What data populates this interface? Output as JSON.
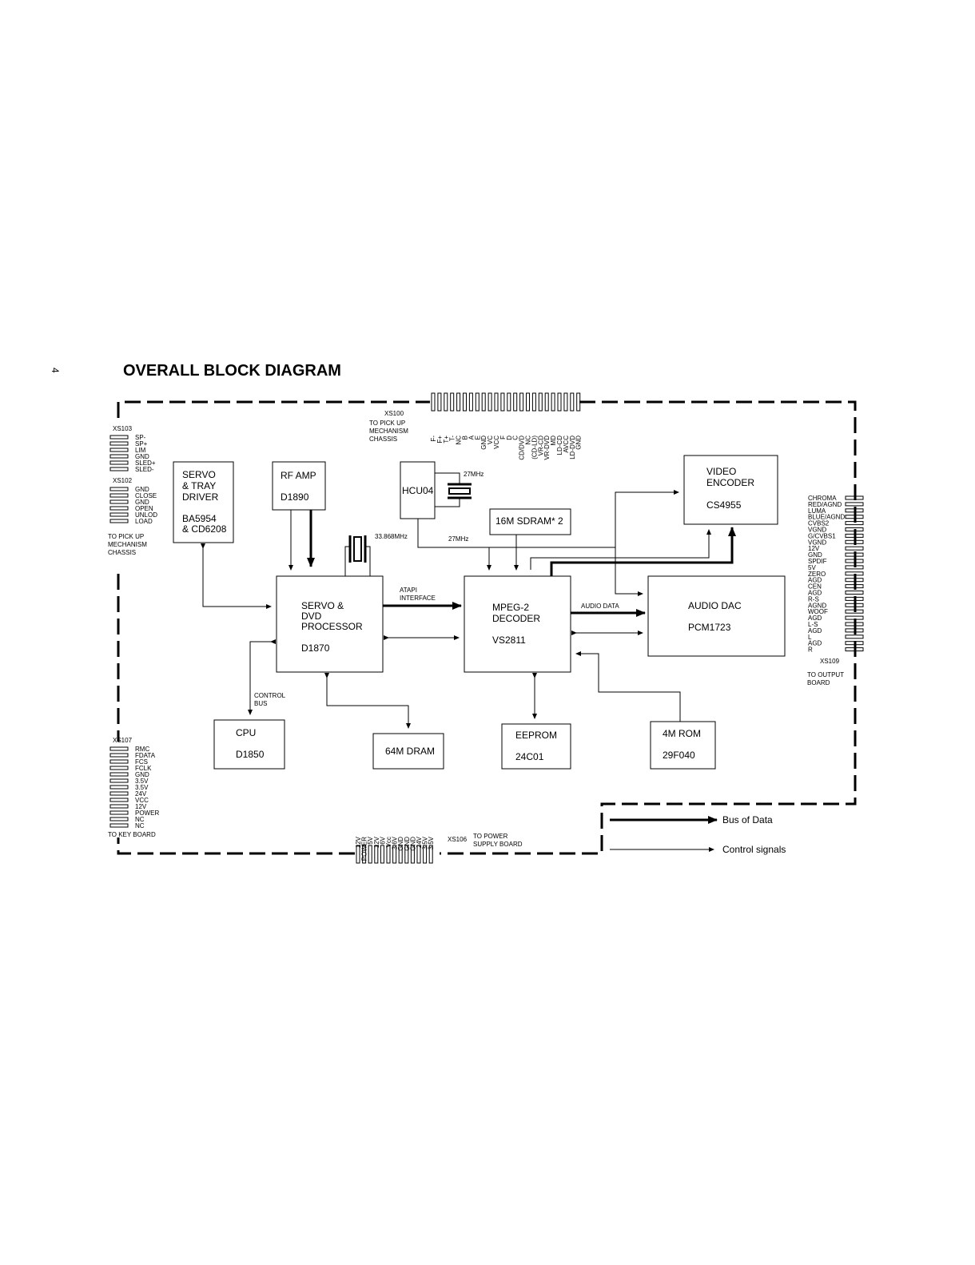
{
  "page": {
    "number": "4",
    "title": "OVERALL BLOCK DIAGRAM"
  },
  "connectors": {
    "xs100": {
      "id": "XS100",
      "desc": [
        "TO PICK UP",
        "MECHANISM",
        "CHASSIS"
      ],
      "pins": [
        "F-",
        "F+",
        "T+",
        "T-",
        "NC",
        "B",
        "A",
        "E",
        "GND",
        "VC",
        "VCC",
        "F",
        "D",
        "C",
        "CD/DVD",
        "NC",
        "(CD-LD)",
        "VR-CD",
        "VR-DVD",
        "MD",
        "LD-CD",
        "AVCC",
        "LD-DVD",
        "GND"
      ]
    },
    "xs103": {
      "id": "XS103",
      "pins": [
        "SP-",
        "SP+",
        "LIM",
        "GND",
        "SLED+",
        "SLED-"
      ]
    },
    "xs102": {
      "id": "XS102",
      "pins": [
        "GND",
        "CLOSE",
        "GND",
        "OPEN",
        "UNLOD",
        "LOAD"
      ],
      "desc": [
        "TO PICK UP",
        "MECHANISM",
        "CHASSIS"
      ]
    },
    "xs107": {
      "id": "XS107",
      "pins": [
        "RMC",
        "FDATA",
        "FCS",
        "FCLK",
        "GND",
        "3.5V",
        "3.5V",
        "24V",
        "VCC",
        "12V",
        "POWER",
        "NC",
        "NC"
      ],
      "desc": "TO KEY BOARD"
    },
    "xs109": {
      "id": "XS109",
      "pins": [
        "CHROMA",
        "RED/AGND",
        "LUMA",
        "BLUE/AGND",
        "CVBS2",
        "VGND",
        "G/CVBS1",
        "VGND",
        "12V",
        "GND",
        "SPDIF",
        "5V",
        "ZERO",
        "AGD",
        "CEN",
        "AGD",
        "R-S",
        "AGND",
        "WOOF",
        "AGD",
        "L-S",
        "AGD",
        "L",
        "AGD",
        "R"
      ],
      "desc": [
        "TO OUTPUT",
        "BOARD"
      ]
    },
    "xs106": {
      "id": "XS106",
      "pins": [
        "12V",
        "POWER",
        "5V",
        "12V",
        "6V",
        "Vcc",
        "3.6V",
        "GND",
        "GND",
        "GND",
        "24V",
        "3.5V",
        "3.5V"
      ],
      "desc": [
        "TO POWER",
        "SUPPLY BOARD"
      ]
    }
  },
  "blocks": {
    "servo_tray": [
      "SERVO",
      "& TRAY",
      "DRIVER",
      "BA5954",
      "& CD6208"
    ],
    "rf_amp": [
      "RF AMP",
      "D1890"
    ],
    "hcu": [
      "HCU04"
    ],
    "sdram": [
      "16M SDRAM* 2"
    ],
    "video_encoder": [
      "VIDEO",
      "ENCODER",
      "CS4955"
    ],
    "servo_proc": [
      "SERVO &",
      "DVD",
      "PROCESSOR",
      "D1870"
    ],
    "mpeg": [
      "MPEG-2",
      "DECODER",
      "VS2811"
    ],
    "audio_dac": [
      "AUDIO DAC",
      "PCM1723"
    ],
    "cpu": [
      "CPU",
      "D1850"
    ],
    "dram": [
      "64M DRAM"
    ],
    "eeprom": [
      "EEPROM",
      "24C01"
    ],
    "rom": [
      "4M ROM",
      "29F040"
    ]
  },
  "labels": {
    "crystal1": "33.868MHz",
    "crystal2": "27MHz",
    "clock_line": "27MHz",
    "atapi": [
      "ATAPI",
      "INTERFACE"
    ],
    "audio_data": "AUDIO DATA",
    "control_bus": [
      "CONTROL",
      "BUS"
    ]
  },
  "legend": {
    "bus": "Bus of Data",
    "control": "Control signals"
  }
}
